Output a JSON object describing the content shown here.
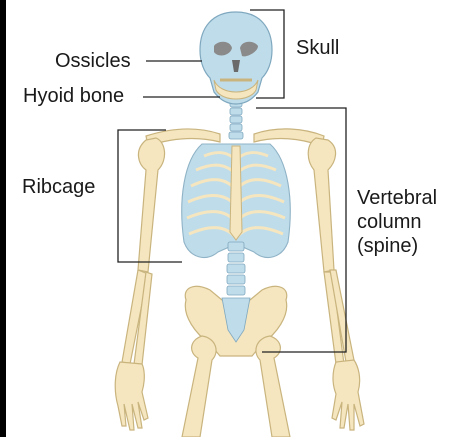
{
  "labels": {
    "ossicles": "Ossicles",
    "hyoid_bone": "Hyoid bone",
    "skull": "Skull",
    "ribcage": "Ribcage",
    "vertebral_line1": "Vertebral",
    "vertebral_line2": "column",
    "vertebral_line3": "(spine)"
  },
  "colors": {
    "bone": "#f5e6bf",
    "bone_outline": "#c9b47e",
    "rib_blue": "#bfdcea",
    "leader": "#222222"
  }
}
